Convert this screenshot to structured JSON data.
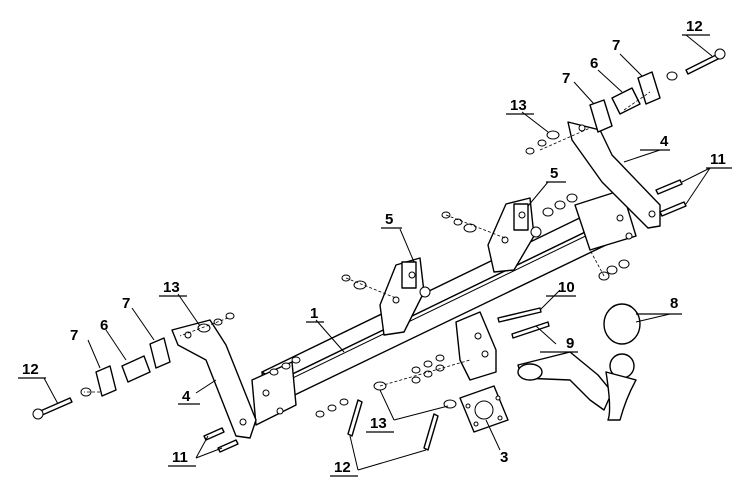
{
  "callouts": {
    "c1": "1",
    "c3": "3",
    "c4_right": "4",
    "c4_left": "4",
    "c5_mid": "5",
    "c5_right": "5",
    "c6_right": "6",
    "c6_left": "6",
    "c7_top_a": "7",
    "c7_top_b": "7",
    "c7_left_a": "7",
    "c7_left_b": "7",
    "c8": "8",
    "c9": "9",
    "c10": "10",
    "c11_right": "11",
    "c11_left": "11",
    "c12_top": "12",
    "c12_left": "12",
    "c12_bottom": "12",
    "c13_top": "13",
    "c13_left": "13",
    "c13_bottom": "13"
  }
}
